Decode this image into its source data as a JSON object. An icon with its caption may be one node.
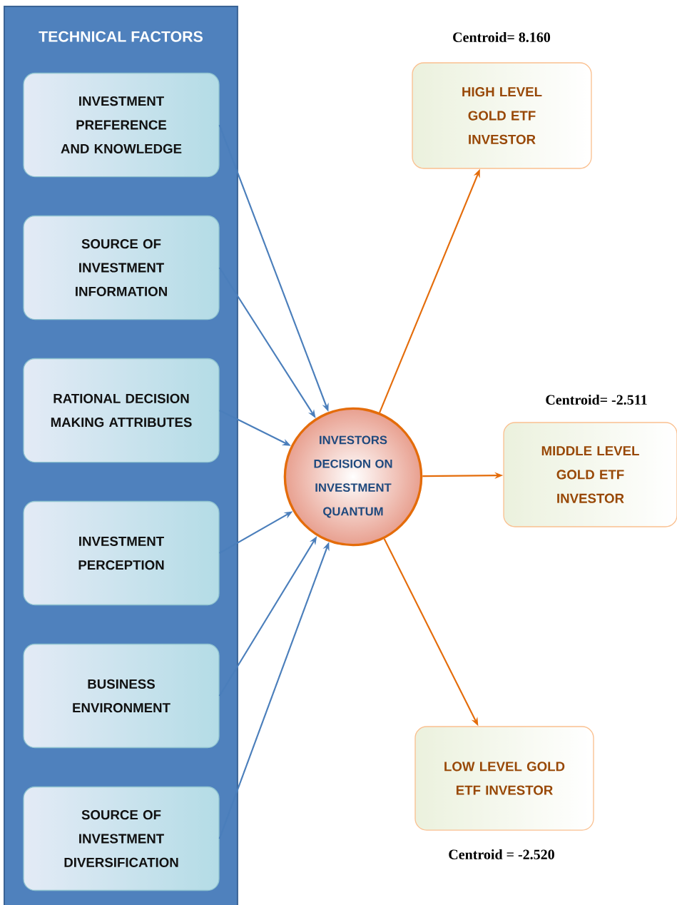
{
  "diagram": {
    "nodes": [
      {
        "text": [
          "TECHNICAL FACTORS"
        ]
      },
      {
        "text": [
          "INVESTMENT PREFERENCE AND KNOWLEDGE"
        ],
        "in": 0
      },
      {
        "text": [
          "SOURCE OF INVESTMENT INFORMATION"
        ],
        "in": 0
      },
      {
        "text": [
          "RATIONAL DECISION MAKING ATTRIBUTES"
        ],
        "in": 0
      },
      {
        "text": [
          "INVESTMENT PERCEPTION"
        ],
        "in": 0
      },
      {
        "text": [
          "BUSINESS ENVIRONMENT"
        ],
        "in": 0
      },
      {
        "text": [
          "SOURCE OF INVESTMENT DIVERSIFICATION"
        ],
        "in": 0
      },
      {
        "text": [
          "INVESTORS DECISION ON INVESTMENT QUANTUM"
        ]
      },
      {
        "text": [
          "HIGH LEVEL GOLD ETF INVESTOR"
        ],
        "beside": [
          "Centroid= 8.160"
        ]
      },
      {
        "text": [
          "MIDDLE LEVEL GOLD ETF INVESTOR"
        ],
        "beside": [
          "Centroid= -2.511"
        ]
      },
      {
        "text": [
          "LOW LEVEL GOLD ETF INVESTOR"
        ],
        "beside": [
          "Centroid = -2.520"
        ]
      }
    ],
    "edges": [
      {
        "from": 1,
        "to": 7,
        "arrow": "to"
      },
      {
        "from": 2,
        "to": 7,
        "arrow": "to"
      },
      {
        "from": 3,
        "to": 7,
        "arrow": "to"
      },
      {
        "from": 4,
        "to": 7,
        "arrow": "to"
      },
      {
        "from": 5,
        "to": 7,
        "arrow": "to"
      },
      {
        "from": 6,
        "to": 7,
        "arrow": "to"
      },
      {
        "from": 7,
        "to": 8,
        "arrow": "to",
        "color": "#e46c0a"
      },
      {
        "from": 7,
        "to": 9,
        "arrow": "to",
        "color": "#e46c0a"
      },
      {
        "from": 7,
        "to": 10,
        "arrow": "to",
        "color": "#e46c0a"
      }
    ]
  }
}
